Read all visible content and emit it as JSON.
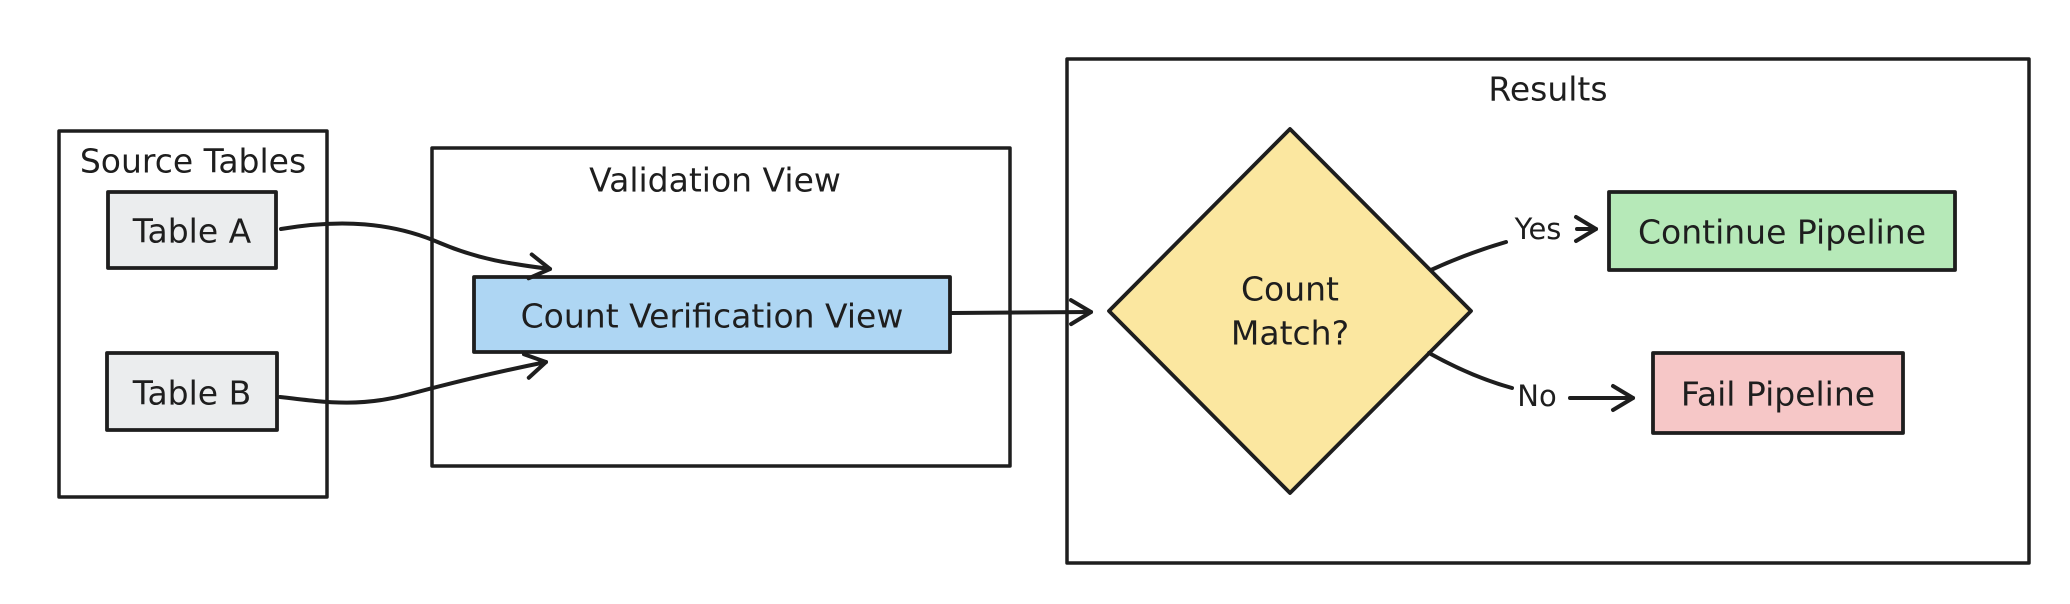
{
  "canvas": {
    "background": "#ffffff",
    "stroke_color": "#1e1e1e"
  },
  "colors": {
    "container_fill": "#ffffff",
    "table_fill": "#ebedee",
    "view_fill": "#aed6f3",
    "decision_fill": "#fbe7a0",
    "success_fill": "#b6e9b8",
    "fail_fill": "#f6c7c7"
  },
  "source_tables": {
    "title": "Source Tables",
    "table_a_label": "Table A",
    "table_b_label": "Table B"
  },
  "validation_view": {
    "title": "Validation View",
    "count_view_label": "Count Verification View"
  },
  "results": {
    "title": "Results",
    "decision_line1": "Count",
    "decision_line2": "Match?",
    "yes_label": "Yes",
    "no_label": "No",
    "continue_label": "Continue Pipeline",
    "fail_label": "Fail Pipeline"
  }
}
